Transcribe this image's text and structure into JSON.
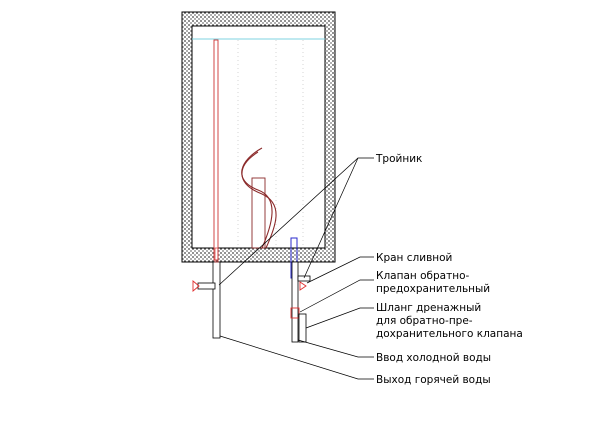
{
  "labels": {
    "tee": "Тройник",
    "drain_valve": "Кран сливной",
    "check_valve_l1": "Клапан обратно-",
    "check_valve_l2": "предохранительный",
    "hose_l1": "Шланг дренажный",
    "hose_l2": "для обратно-пре-",
    "hose_l3": "дохранительного клапана",
    "cold_in": "Ввод холодной воды",
    "hot_out": "Выход горячей воды"
  },
  "colors": {
    "line": "#000000",
    "insulation_dot": "#555555",
    "water_level": "#7fd3e0",
    "hot_pipe": "#cc3333",
    "heater_coil": "#8b2a2a",
    "cold_pipe": "#2a2acc",
    "valve": "#e03030"
  }
}
